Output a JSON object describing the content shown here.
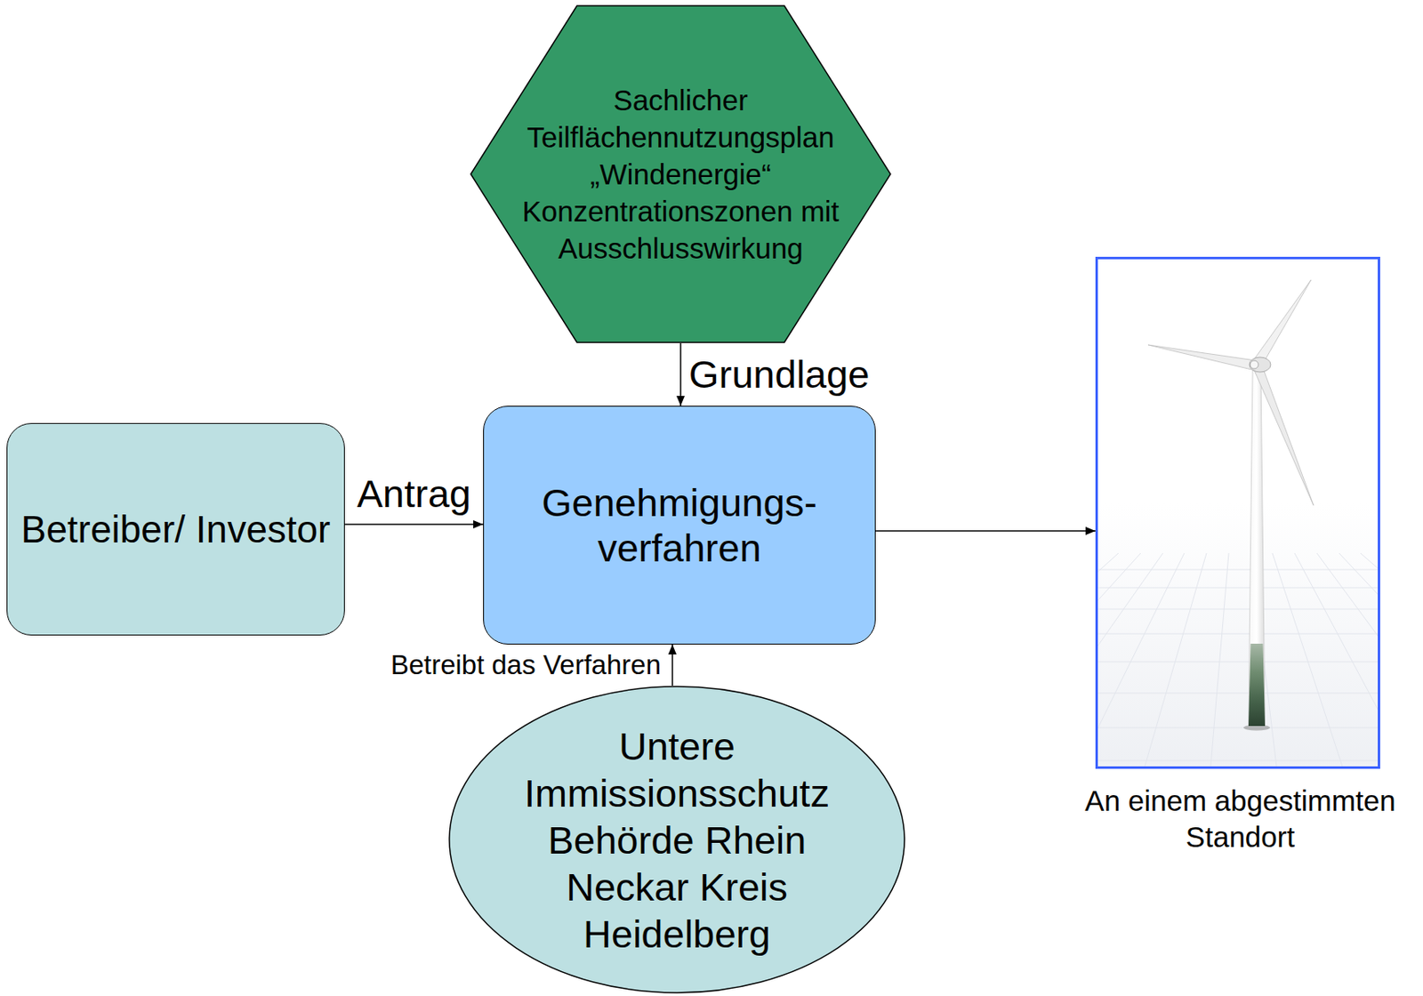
{
  "diagram": {
    "nodes": [
      {
        "text": [
          "Sachlicher Teilflächennutzungsplan „Windenergie“ Konzentrationszonen mit Ausschlusswirkung"
        ]
      },
      {
        "text": [
          "Betreiber/ Investor"
        ]
      },
      {
        "text": [
          "Genehmigungs- verfahren"
        ]
      },
      {
        "text": [
          "Untere Immissionsschutz Behörde Rhein Neckar Kreis Heidelberg"
        ]
      },
      {
        "text": [
          "An einem abgestimmten Standort"
        ]
      }
    ],
    "edges": [
      {
        "from": 0,
        "to": 2,
        "arrow": "to",
        "label": "Grundlage"
      },
      {
        "from": 1,
        "to": 2,
        "arrow": "to",
        "label": "Antrag"
      },
      {
        "from": 3,
        "to": 2,
        "arrow": "to",
        "label": "Betreibt das Verfahren"
      },
      {
        "from": 2,
        "to": 4,
        "arrow": "to"
      }
    ]
  }
}
